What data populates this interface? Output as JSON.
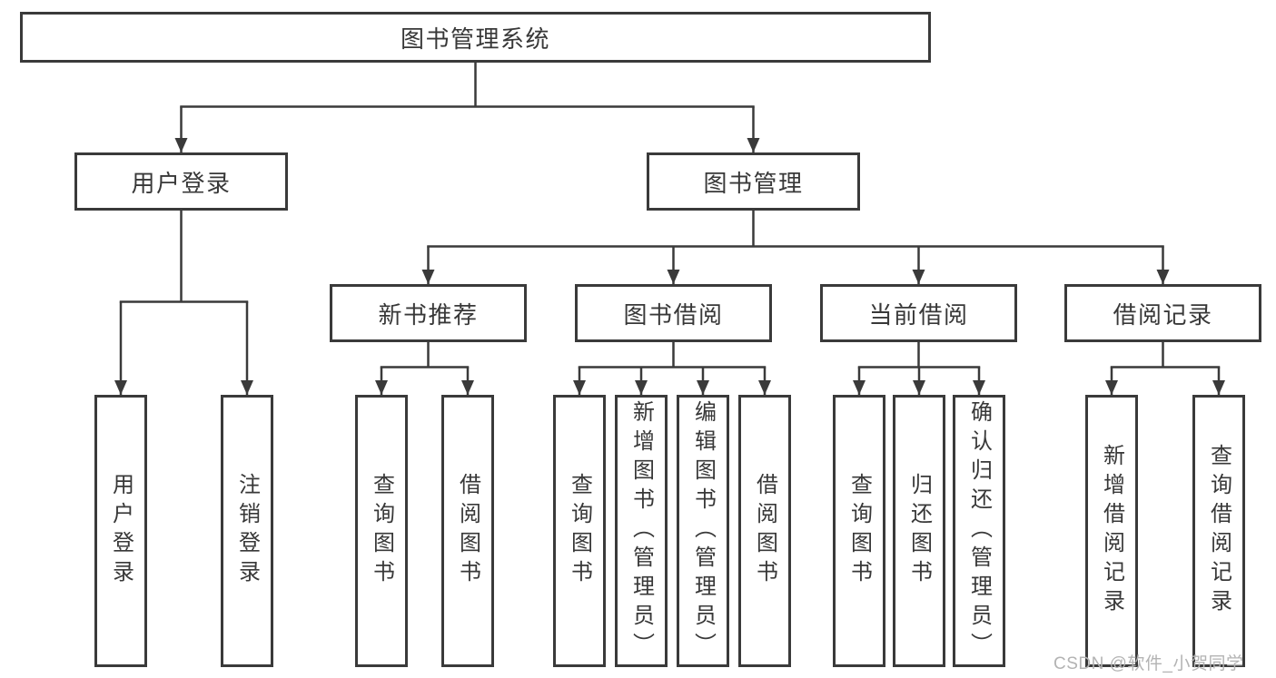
{
  "nodes": {
    "root": {
      "label": "图书管理系统"
    },
    "user_login": {
      "label": "用户登录"
    },
    "book_mgmt": {
      "label": "图书管理"
    },
    "new_book_rec": {
      "label": "新书推荐"
    },
    "book_borrow": {
      "label": "图书借阅"
    },
    "current_borrow": {
      "label": "当前借阅"
    },
    "borrow_records": {
      "label": "借阅记录"
    },
    "login_leaf": {
      "label": "用户登录"
    },
    "logout_leaf": {
      "label": "注销登录"
    },
    "nbr_query": {
      "label": "查询图书"
    },
    "nbr_borrow": {
      "label": "借阅图书"
    },
    "bb_query": {
      "label": "查询图书"
    },
    "bb_add": {
      "label": "新增图书（管理员）"
    },
    "bb_edit": {
      "label": "编辑图书（管理员）"
    },
    "bb_borrow": {
      "label": "借阅图书"
    },
    "cb_query": {
      "label": "查询图书"
    },
    "cb_return": {
      "label": "归还图书"
    },
    "cb_confirm": {
      "label": "确认归还（管理员）"
    },
    "br_add": {
      "label": "新增借阅记录"
    },
    "br_query": {
      "label": "查询借阅记录"
    }
  },
  "hierarchy": {
    "图书管理系统": [
      "用户登录",
      "图书管理"
    ],
    "用户登录": [
      "用户登录",
      "注销登录"
    ],
    "图书管理": [
      "新书推荐",
      "图书借阅",
      "当前借阅",
      "借阅记录"
    ],
    "新书推荐": [
      "查询图书",
      "借阅图书"
    ],
    "图书借阅": [
      "查询图书",
      "新增图书（管理员）",
      "编辑图书（管理员）",
      "借阅图书"
    ],
    "当前借阅": [
      "查询图书",
      "归还图书",
      "确认归还（管理员）"
    ],
    "借阅记录": [
      "新增借阅记录",
      "查询借阅记录"
    ]
  },
  "watermark": "CSDN @软件_小贺同学",
  "colors": {
    "line": "#3a3a3a",
    "box_border": "#3a3a3a",
    "text": "#383838",
    "watermark": "#b3b3b3",
    "background": "#ffffff"
  }
}
